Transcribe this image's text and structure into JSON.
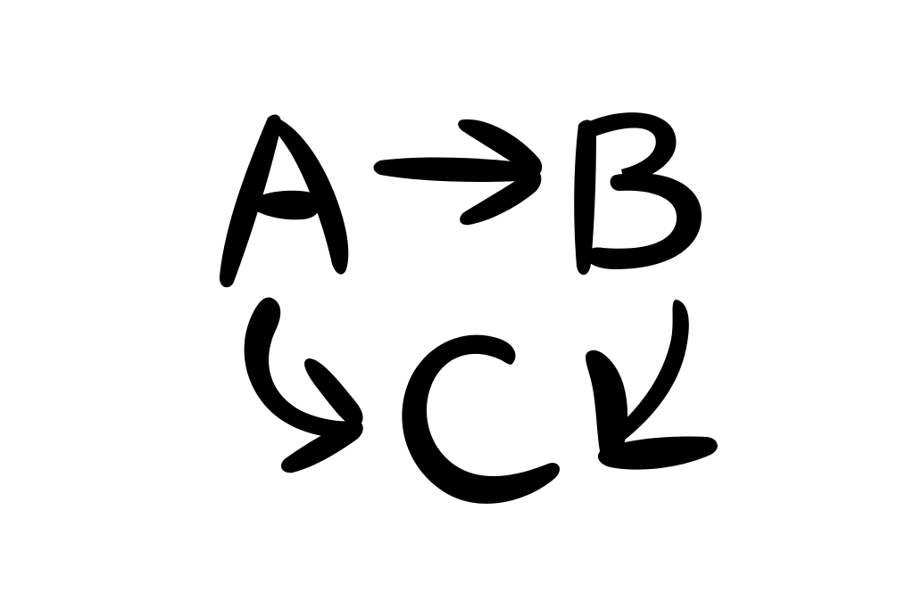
{
  "diagram": {
    "nodes": [
      {
        "id": "A",
        "label": "A"
      },
      {
        "id": "B",
        "label": "B"
      },
      {
        "id": "C",
        "label": "C"
      }
    ],
    "edges": [
      {
        "from": "A",
        "to": "B"
      },
      {
        "from": "A",
        "to": "C"
      },
      {
        "from": "B",
        "to": "C"
      }
    ],
    "colors": {
      "ink": "#000000",
      "background": "#ffffff"
    }
  }
}
